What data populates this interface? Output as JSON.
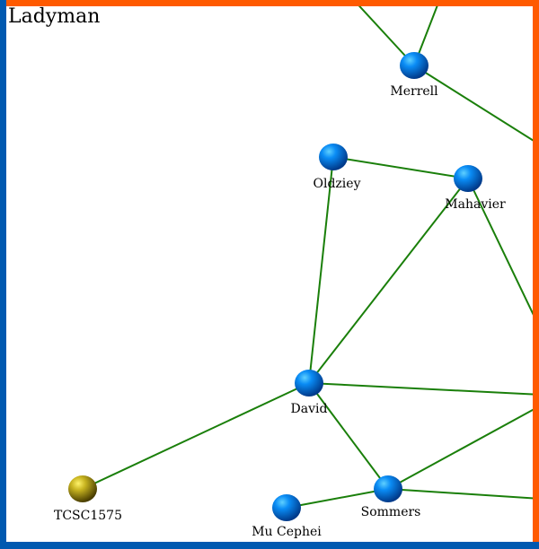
{
  "title": "Ladyman",
  "colors": {
    "edge": "#1a7f0a",
    "node": "#0a7cf0",
    "node_highlight": "#c8b400",
    "border_top_right": "#ff5a00",
    "border_left_bottom": "#0059b0"
  },
  "nodes": [
    {
      "id": "Merrell",
      "label": "Merrell",
      "kind": "normal"
    },
    {
      "id": "Oldziey",
      "label": "Oldziey",
      "kind": "normal"
    },
    {
      "id": "Mahavier",
      "label": "Mahavier",
      "kind": "normal"
    },
    {
      "id": "David",
      "label": "David",
      "kind": "normal"
    },
    {
      "id": "TCSC1575",
      "label": "TCSC1575",
      "kind": "highlight"
    },
    {
      "id": "MuCephei",
      "label": "Mu Cephei",
      "kind": "normal"
    },
    {
      "id": "Sommers",
      "label": "Sommers",
      "kind": "normal"
    }
  ],
  "edges": [
    [
      "Merrell",
      "offscreen-top-1"
    ],
    [
      "Merrell",
      "offscreen-top-2"
    ],
    [
      "Merrell",
      "offscreen-right-1"
    ],
    [
      "Oldziey",
      "Mahavier"
    ],
    [
      "Oldziey",
      "David"
    ],
    [
      "Mahavier",
      "David"
    ],
    [
      "Mahavier",
      "offscreen-right-2"
    ],
    [
      "David",
      "offscreen-right-3"
    ],
    [
      "David",
      "TCSC1575"
    ],
    [
      "David",
      "Sommers"
    ],
    [
      "Sommers",
      "offscreen-right-4"
    ],
    [
      "Sommers",
      "offscreen-right-5"
    ],
    [
      "Sommers",
      "MuCephei"
    ]
  ]
}
